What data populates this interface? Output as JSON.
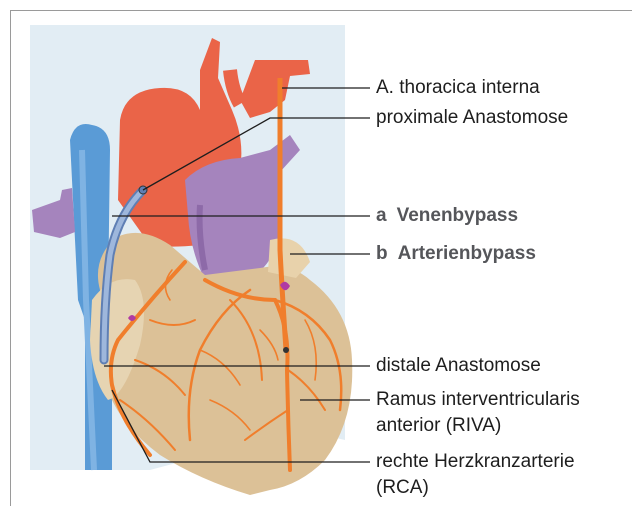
{
  "labels": {
    "thoracica": "A. thoracica interna",
    "proximal": "proximale Anastomose",
    "venen_letter": "a",
    "venen": "Venenbypass",
    "arterien_letter": "b",
    "arterien": "Arterienbypass",
    "distal": "distale Anastomose",
    "riva_line1": "Ramus interventricularis",
    "riva_line2": "anterior (RIVA)",
    "rca_line1": "rechte Herzkranzarterie",
    "rca_line2": "(RCA)"
  },
  "colors": {
    "background_tint": "#e2edf4",
    "aorta": "#ea6448",
    "pulmonary": "#a584bd",
    "vena_cava": "#5a9bd6",
    "heart": "#dcc197",
    "coronary": "#f07e2c",
    "vein_graft": "#8aa6d2",
    "anastomosis": "#b03aa3",
    "label_bold": "#55565a"
  }
}
